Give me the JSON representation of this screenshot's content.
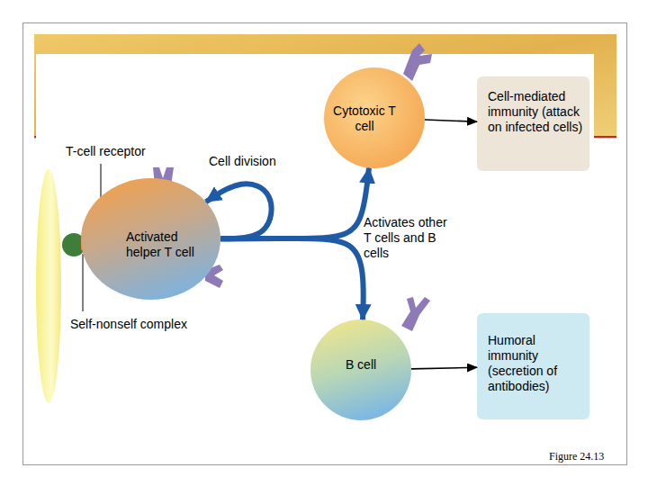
{
  "diagram": {
    "nodes": [
      {
        "text": [
          "Cytotoxic T cell"
        ]
      },
      {
        "text": [
          "Cell-mediated immunity (attack on infected cells)"
        ]
      },
      {
        "text": [
          "Activated helper T cell"
        ]
      },
      {
        "text": [
          "B cell"
        ]
      },
      {
        "text": [
          "Humoral immunity (secretion of antibodies)"
        ]
      }
    ],
    "edges": [
      {
        "from": 2,
        "to": 2,
        "arrow": "to",
        "label": "Cell division"
      },
      {
        "from": 2,
        "to": 0,
        "arrow": "to"
      },
      {
        "from": 2,
        "to": 3,
        "arrow": "to"
      },
      {
        "from": 0,
        "to": 1,
        "arrow": "to"
      },
      {
        "from": 3,
        "to": 4,
        "arrow": "to"
      }
    ],
    "labels": [
      "T-cell receptor",
      "Activates other T cells and B cells",
      "Self-nonself complex",
      "Figure 24.13"
    ]
  }
}
